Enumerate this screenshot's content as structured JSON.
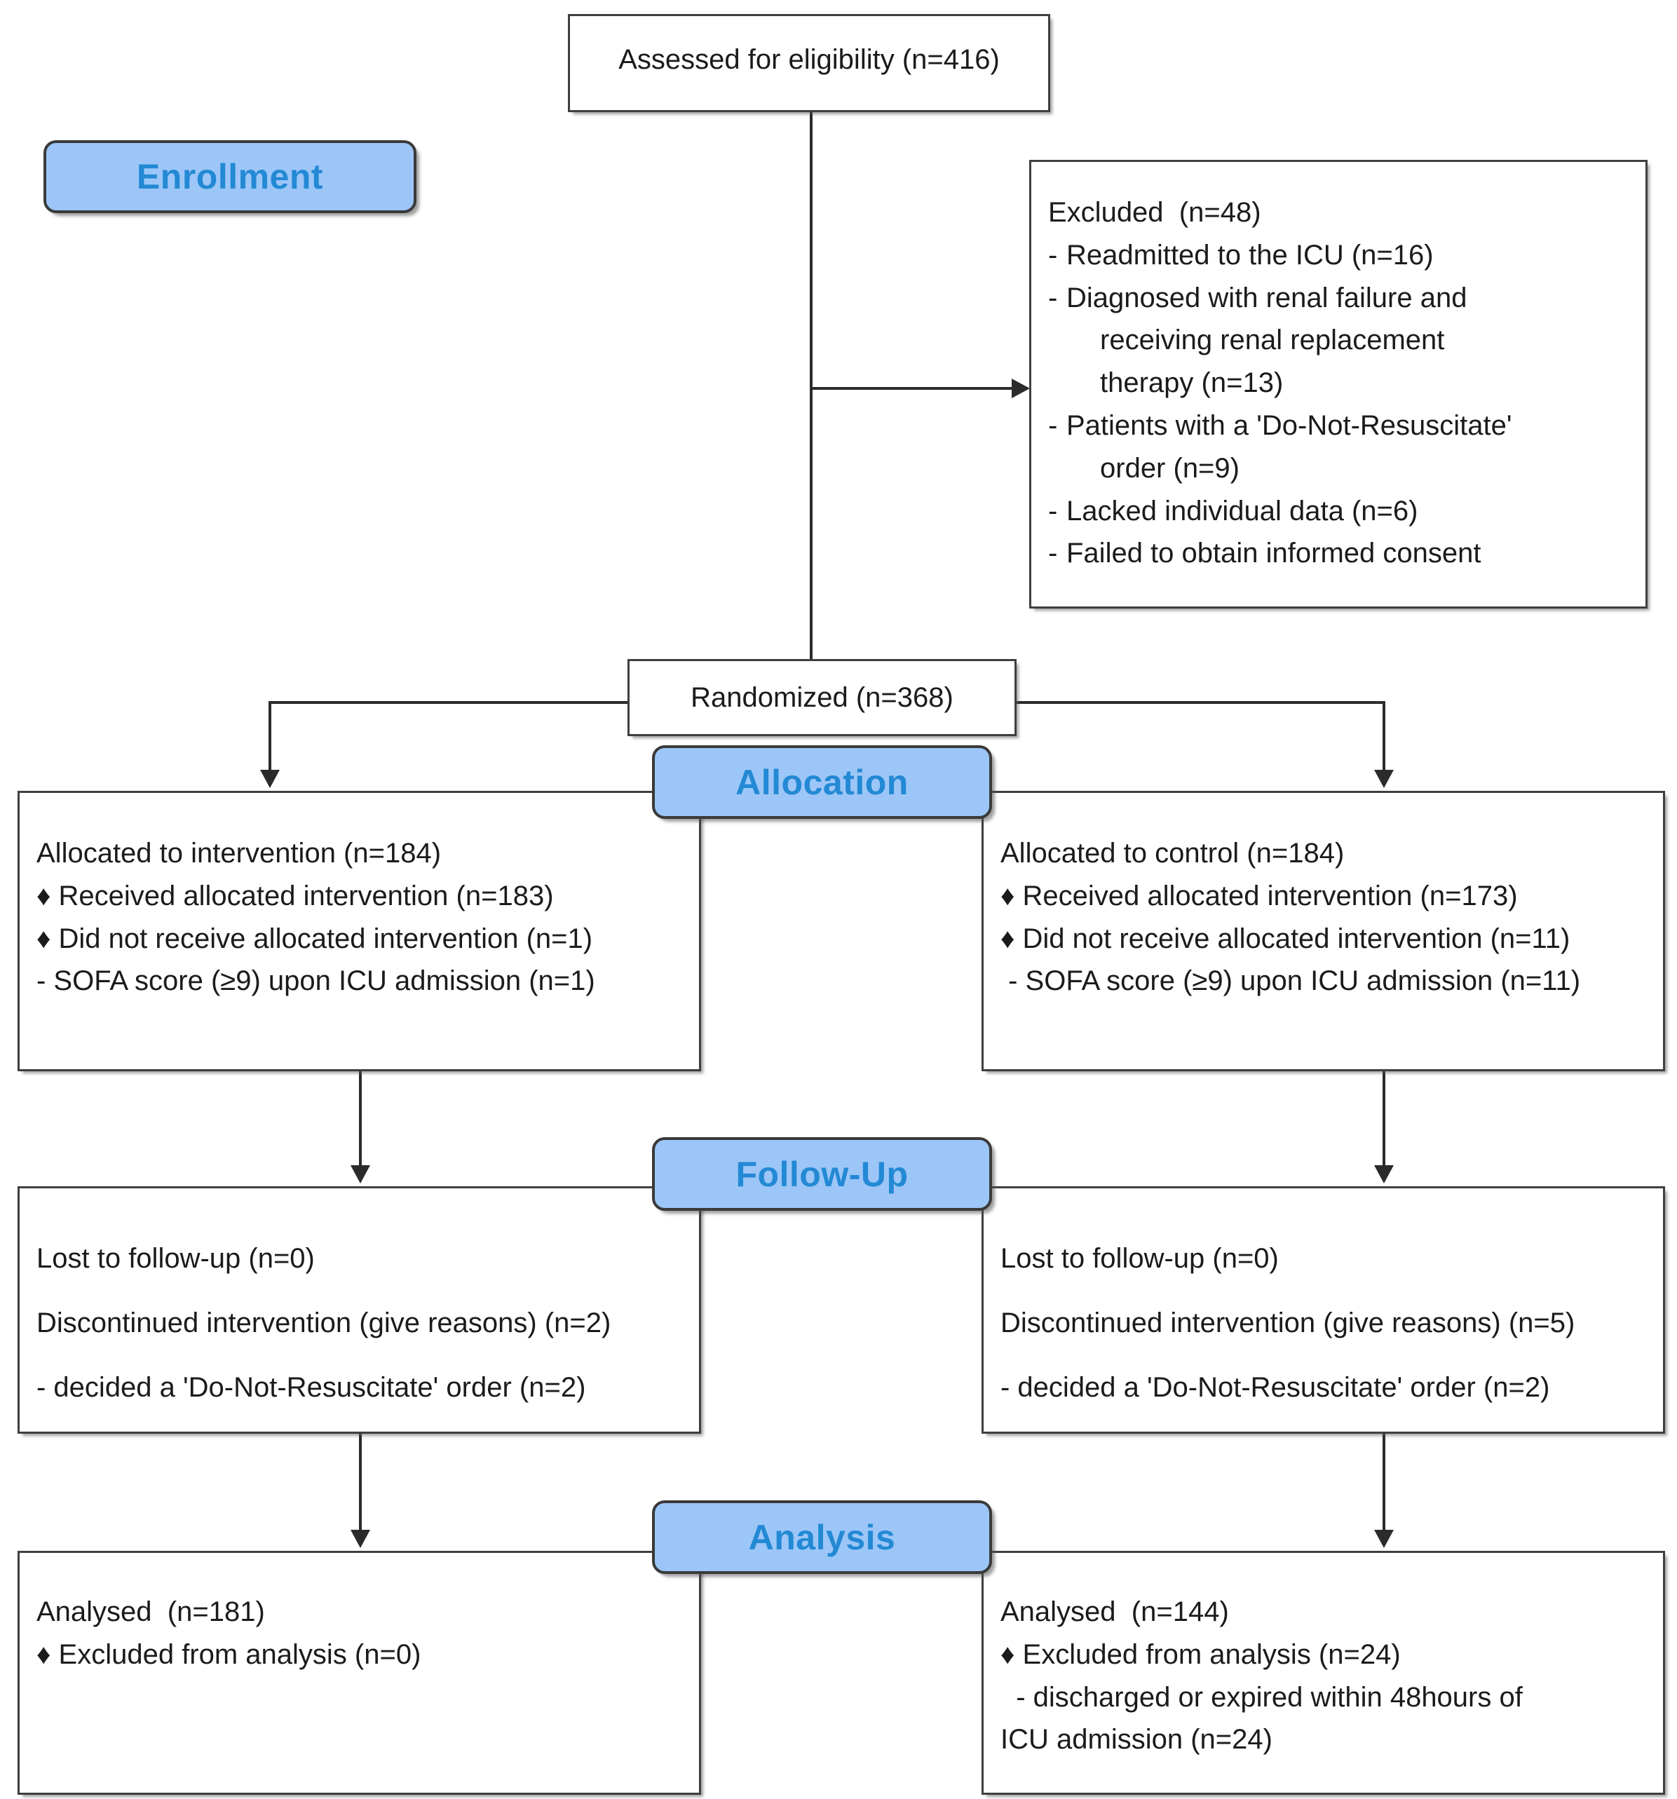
{
  "diagram": {
    "title": "CONSORT participant flow diagram",
    "accent_blue_fill": "#9CC6F7",
    "accent_blue_text": "#2389D4",
    "box_border": "#3f3f3f",
    "connector_color": "#2b2b2b"
  },
  "stages": {
    "enrollment": "Enrollment",
    "allocation": "Allocation",
    "follow_up": "Follow-Up",
    "analysis": "Analysis"
  },
  "nodes": {
    "assessed": {
      "label": "Assessed for eligibility (n=416)",
      "n": 416
    },
    "excluded": {
      "heading": "Excluded  (n=48)",
      "n": 48,
      "reasons": [
        {
          "marker": "-",
          "text": "Readmitted to the ICU (n=16)",
          "n": 16
        },
        {
          "marker": "-",
          "text": "Diagnosed with renal failure and",
          "n": null
        },
        {
          "marker": "",
          "text": "receiving renal replacement",
          "n": null
        },
        {
          "marker": "",
          "text": "therapy (n=13)",
          "n": 13
        },
        {
          "marker": "-",
          "text": "Patients with a 'Do-Not-Resuscitate'",
          "n": null
        },
        {
          "marker": "",
          "text": "order (n=9)",
          "n": 9
        },
        {
          "marker": "-",
          "text": "Lacked individual data (n=6)",
          "n": 6
        },
        {
          "marker": "-",
          "text": "Failed to obtain informed consent",
          "n": null
        }
      ]
    },
    "randomized": {
      "label": "Randomized (n=368)",
      "n": 368
    },
    "allocation_left": {
      "heading": "Allocated to intervention (n=184)",
      "n": 184,
      "items": [
        "♦ Received allocated intervention (n=183)",
        "♦ Did not receive allocated intervention (n=1)",
        "- SOFA score (≥9) upon ICU admission (n=1)"
      ]
    },
    "allocation_right": {
      "heading": "Allocated to control (n=184)",
      "n": 184,
      "items": [
        "♦ Received allocated intervention (n=173)",
        "♦ Did not receive allocated intervention (n=11)",
        " - SOFA score (≥9) upon ICU admission (n=11)"
      ]
    },
    "followup_left": {
      "items": [
        "Lost to follow-up (n=0)",
        "Discontinued intervention (give reasons) (n=2)",
        "- decided a 'Do-Not-Resuscitate' order (n=2)"
      ]
    },
    "followup_right": {
      "items": [
        "Lost to follow-up (n=0)",
        "Discontinued intervention (give reasons) (n=5)",
        "- decided a 'Do-Not-Resuscitate' order (n=2)"
      ]
    },
    "analysis_left": {
      "heading": "Analysed  (n=181)",
      "n": 181,
      "items": [
        "♦ Excluded from analysis (n=0)"
      ]
    },
    "analysis_right": {
      "heading": "Analysed  (n=144)",
      "n": 144,
      "items": [
        "♦ Excluded from analysis (n=24)",
        "  - discharged or expired within 48hours of",
        "ICU admission (n=24)"
      ]
    }
  }
}
